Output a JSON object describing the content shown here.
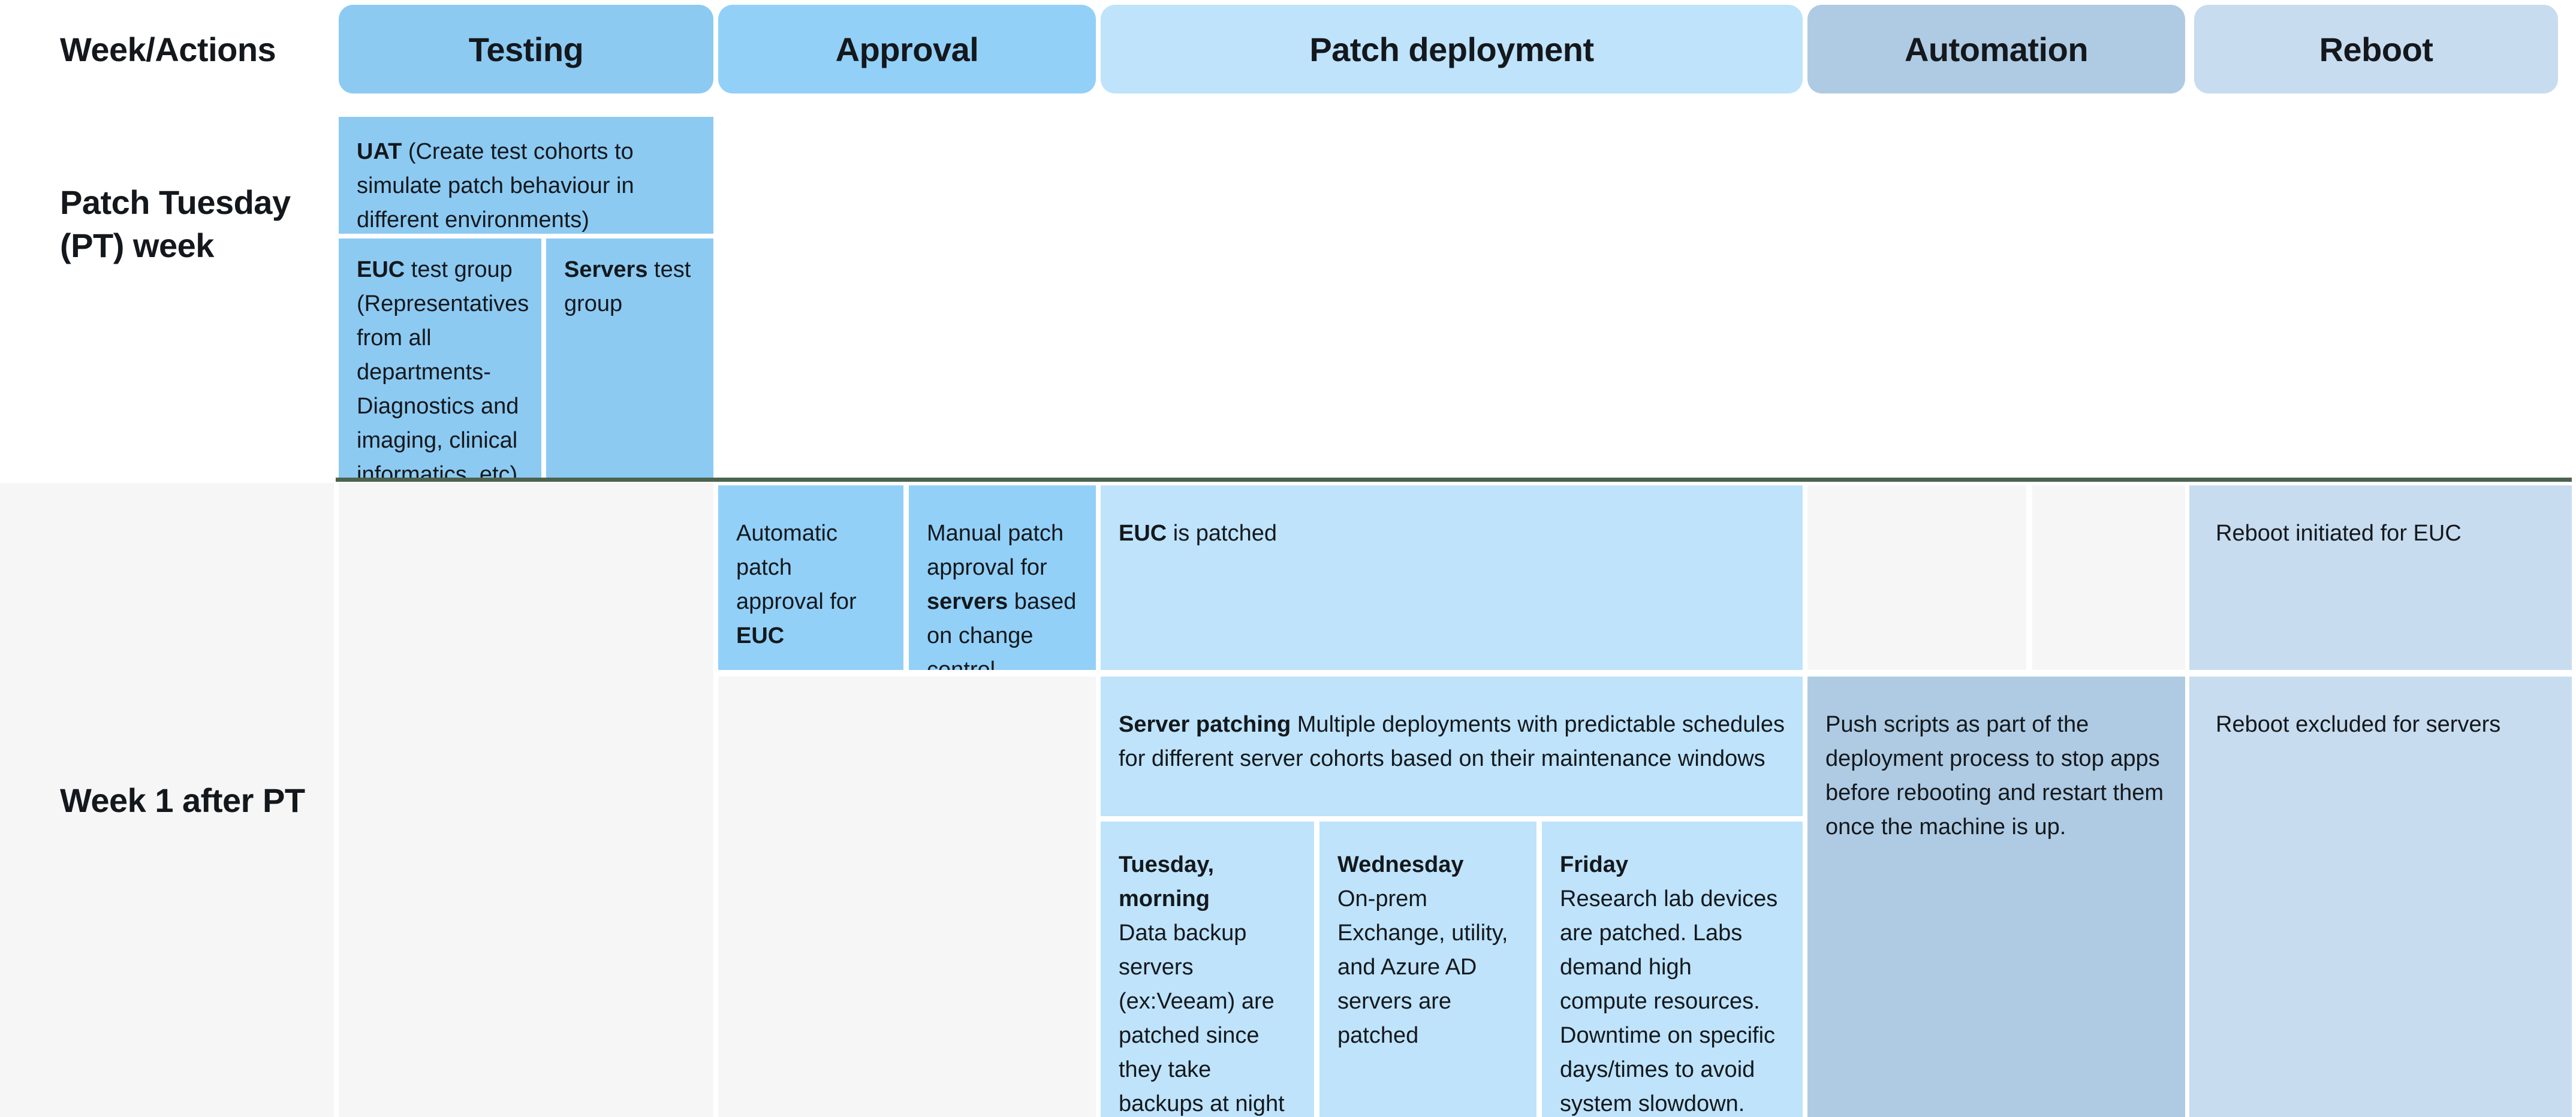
{
  "palette": {
    "testing": "#8CCAF2",
    "approval": "#92D0F8",
    "patch_deployment": "#BEE3FB",
    "automation": "#AECBE3",
    "reboot": "#C7DCEF",
    "empty_cell": "#F5F6F5",
    "row_divider": "#4C634E",
    "text": "#14181C"
  },
  "header": {
    "corner_label": "Week/Actions",
    "columns": [
      {
        "id": "testing",
        "label": "Testing"
      },
      {
        "id": "approval",
        "label": "Approval"
      },
      {
        "id": "patch-deployment",
        "label": "Patch deployment"
      },
      {
        "id": "automation",
        "label": "Automation"
      },
      {
        "id": "reboot",
        "label": "Reboot"
      }
    ]
  },
  "rows": [
    {
      "label": "Patch Tuesday (PT) week",
      "cells": {
        "uat": [
          {
            "text": "UAT",
            "bold": true
          },
          {
            "text": " (Create test cohorts to simulate patch behaviour in different environments)"
          }
        ],
        "euc_test_group": [
          {
            "text": "EUC",
            "bold": true
          },
          {
            "text": " test group (Representatives from all departments- Diagnostics and imaging, clinical informatics, etc)"
          }
        ],
        "servers_test_group": [
          {
            "text": "Servers",
            "bold": true
          },
          {
            "text": " test group"
          }
        ]
      }
    },
    {
      "label": "Week 1 after PT",
      "cells": {
        "automatic_approval": [
          {
            "text": "Automatic patch approval for "
          },
          {
            "text": "EUC",
            "bold": true
          }
        ],
        "manual_approval": [
          {
            "text": "Manual patch approval for "
          },
          {
            "text": "servers",
            "bold": true
          },
          {
            "text": " based on change control"
          }
        ],
        "euc_patched": [
          {
            "text": "EUC",
            "bold": true
          },
          {
            "text": " is patched"
          }
        ],
        "reboot_initiated_euc": [
          {
            "text": "Reboot initiated for EUC"
          }
        ],
        "server_patching": [
          {
            "text": "Server patching",
            "bold": true
          },
          {
            "text": " Multiple deployments with predictable schedules for different server cohorts based on their maintenance windows"
          }
        ],
        "tuesday": [
          {
            "text": "Tuesday, morning",
            "bold": true
          },
          {
            "text": "\nData backup servers (ex:Veeam) are patched since they take backups at night"
          }
        ],
        "wednesday": [
          {
            "text": "Wednesday",
            "bold": true
          },
          {
            "text": "\nOn-prem Exchange, utility, and Azure AD servers are patched"
          }
        ],
        "friday": [
          {
            "text": "Friday",
            "bold": true
          },
          {
            "text": "\nResearch lab devices are patched. Labs demand high compute resources. Downtime on specific days/times to avoid system slowdown."
          }
        ],
        "automation_push_scripts": [
          {
            "text": "Push scripts as part of the deployment process to stop apps before rebooting and restart them once the machine is up."
          }
        ],
        "reboot_excluded_servers": [
          {
            "text": "Reboot excluded for servers"
          }
        ]
      }
    }
  ]
}
